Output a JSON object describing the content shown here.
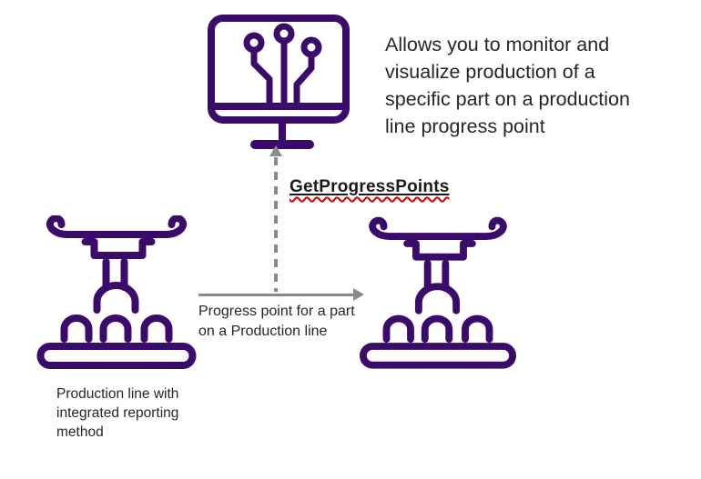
{
  "colors": {
    "icon": "#3A0B6B",
    "connector": "#8A8A8A",
    "text": "#262626",
    "label": "#1A1A1A",
    "squiggle": "#D40000",
    "bg": "#FFFFFF"
  },
  "monitor": {
    "icon": "monitor-circuit-icon"
  },
  "description": {
    "lines": [
      "Allows you to monitor and",
      "visualize production of a",
      "specific part on a production",
      "line progress point"
    ]
  },
  "api_call": {
    "label": "GetProgressPoints"
  },
  "flow_arrow": {
    "lines": [
      "Progress point for a part",
      "on a Production line"
    ]
  },
  "stations": {
    "left": {
      "icon": "production-line-icon",
      "caption_lines": [
        "Production line with",
        "integrated reporting",
        "method"
      ]
    },
    "right": {
      "icon": "production-line-icon"
    }
  }
}
